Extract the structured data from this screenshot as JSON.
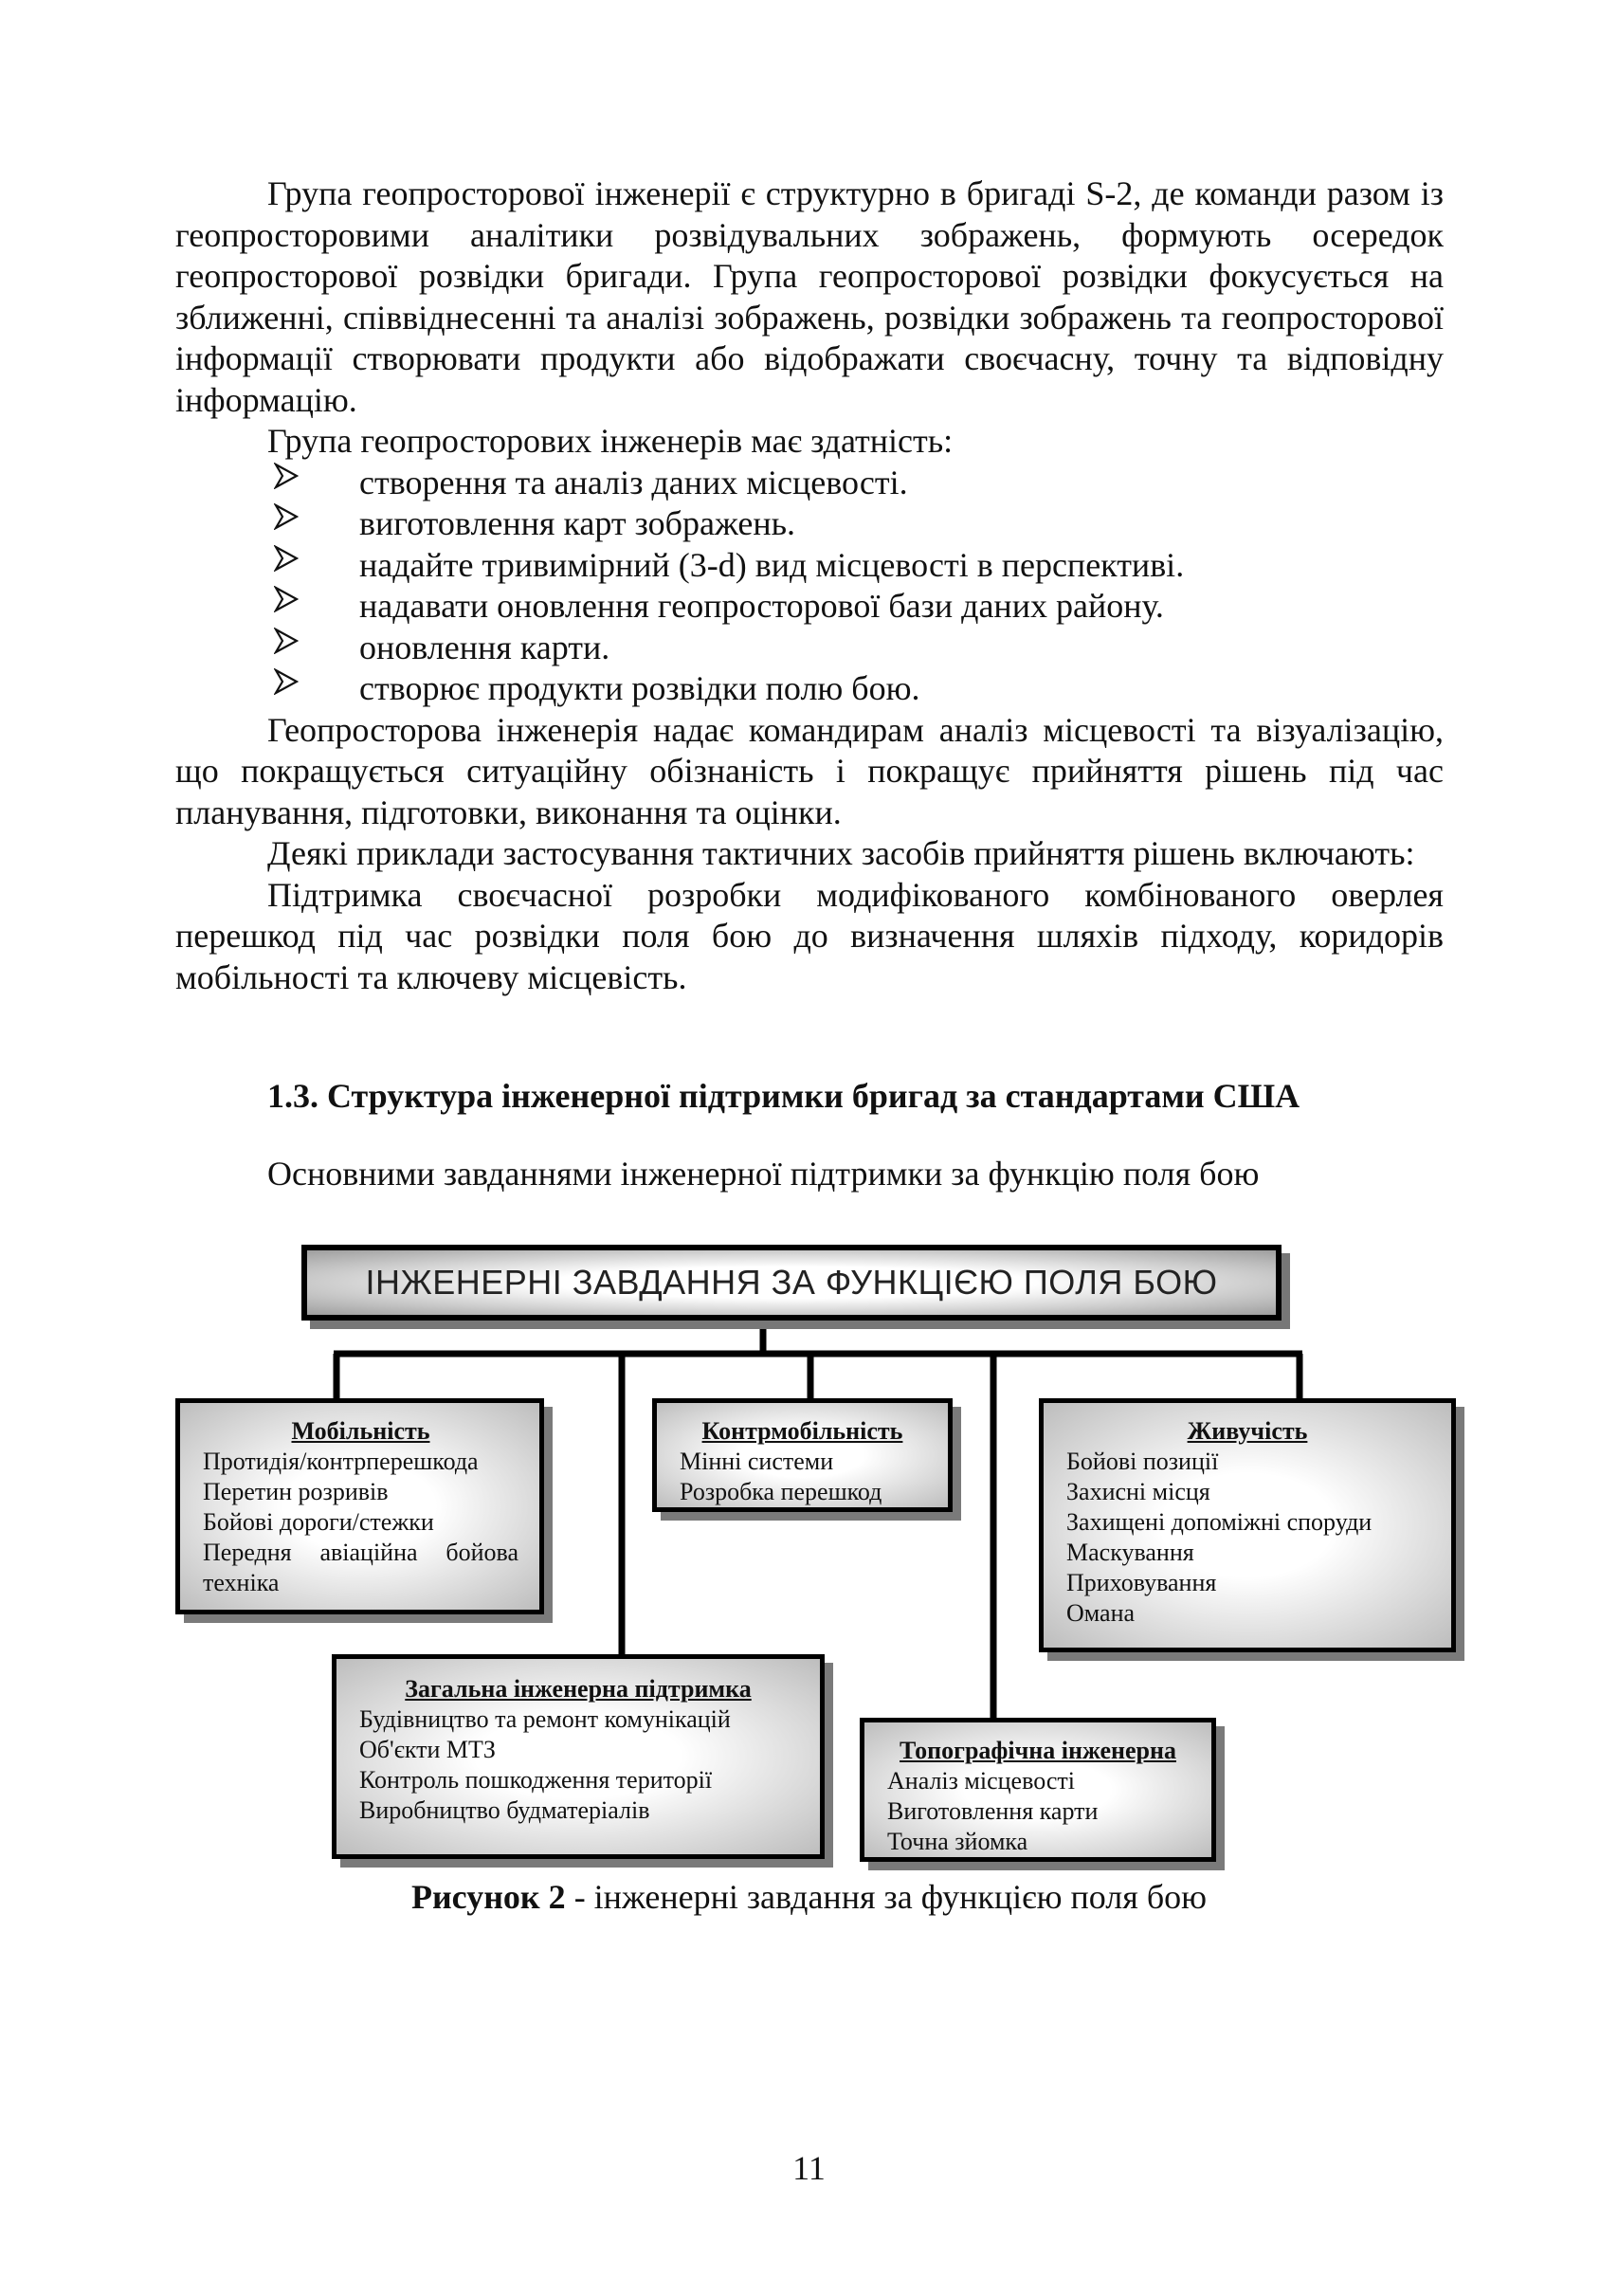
{
  "paragraphs_top": [
    "Група геопросторової інженерії є структурно в бригаді S-2, де команди разом із геопросторовими аналітики розвідувальних зображень, формують осередок геопросторової розвідки бригади. Група геопросторової розвідки фокусується на зближенні, співвіднесенні та аналізі зображень, розвідки зображень та геопросторової інформації  створювати продукти або відображати своєчасну, точну та відповідну інформацію.",
    "Група геопросторових інженерів має здатність:"
  ],
  "bullets": [
    "створення та аналіз даних місцевості.",
    "виготовлення карт зображень.",
    "надайте тривимірний (3-d) вид місцевості в перспективі.",
    "надавати оновлення геопросторової бази даних району.",
    "оновлення карти.",
    "створює продукти розвідки полю бою."
  ],
  "paragraphs_bottom": [
    "Геопросторова інженерія надає командирам аналіз місцевості та візуалізацію, що покращується ситуаційну обізнаність і покращує прийняття рішень під час планування, підготовки, виконання та оцінки.",
    "Деякі приклади застосування тактичних засобів прийняття рішень включають:",
    "Підтримка своєчасної розробки модифікованого комбінованого оверлея перешкод під час розвідки поля бою до визначення шляхів підходу, коридорів мобільності та ключеву місцевість."
  ],
  "section_heading": "1.3. Структура інженерної підтримки бригад за стандартами США",
  "intro_line": "Основними завданнями інженерної підтримки за функцію поля бою",
  "diagram": {
    "root": "ІНЖЕНЕРНІ ЗАВДАННЯ ЗА ФУНКЦІЄЮ ПОЛЯ БОЮ",
    "mobility": {
      "title": "Мобільність",
      "items": [
        "Протидія/контрперешкода",
        "Перетин розривів",
        "Бойові дороги/стежки",
        "Передня авіаційна бойова",
        "техніка"
      ]
    },
    "countermobility": {
      "title": "Контрмобільність",
      "items": [
        "Мінні системи",
        "Розробка перешкод"
      ]
    },
    "survivability": {
      "title": "Живучість",
      "items": [
        "Бойові позиції",
        "Захисні місця",
        "Захищені допоміжні споруди",
        "Маскування",
        "Приховування",
        "Омана"
      ]
    },
    "general": {
      "title": "Загальна інженерна підтримка",
      "items": [
        "Будівництво та ремонт комунікацій",
        "Об'єкти МТЗ",
        "Контроль пошкодження території",
        "Виробництво будматеріалів"
      ]
    },
    "topographic": {
      "title": "Топографічна інженерна",
      "items": [
        "Аналіз місцевості",
        "Виготовлення карти",
        "Точна зйомка"
      ]
    }
  },
  "caption": {
    "label": "Рисунок 2",
    "text": " - інженерні завдання за функцією поля бою"
  },
  "page_number": "11"
}
